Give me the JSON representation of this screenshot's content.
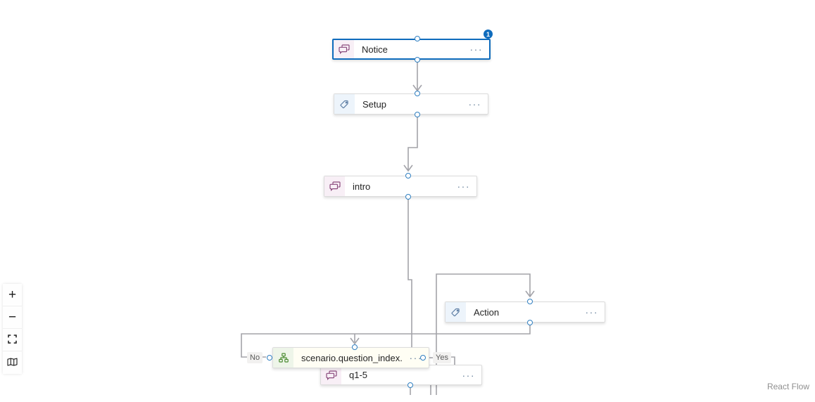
{
  "ui": {
    "menu_glyph": "···",
    "attribution": "React Flow"
  },
  "nodes": [
    {
      "label": "Notice",
      "icon": "chat-message",
      "selected": true,
      "badge": "1"
    },
    {
      "label": "Setup",
      "icon": "tags-action"
    },
    {
      "label": "intro",
      "icon": "chat-message"
    },
    {
      "label": "Action",
      "icon": "tags-action"
    },
    {
      "label": "scenario.question_index...",
      "icon": "branch-condition"
    },
    {
      "label": "q1-5",
      "icon": "chat-message"
    }
  ],
  "edge_labels": [
    {
      "text": "No"
    },
    {
      "text": "Yes"
    }
  ],
  "controls": [
    {
      "name": "zoom-in",
      "glyph": "+"
    },
    {
      "name": "zoom-out",
      "glyph": "−"
    },
    {
      "name": "fit-view",
      "glyph": ""
    },
    {
      "name": "toggle-minimap",
      "glyph": ""
    }
  ],
  "colors": {
    "selected_border": "#0f6cbd",
    "badge": "#0f6cbd",
    "handle_border": "#2f7fc1",
    "edge": "#a3a3a9",
    "chat_icon": "#8a4a7d",
    "chat_icon_bg": "#f8eff6",
    "tags_icon": "#5b7ca3",
    "tags_icon_bg": "#edf4fb",
    "branch_icon": "#4c8c33",
    "branch_icon_bg": "#eef5e9",
    "edge_label_bg": "#f2f1f0"
  }
}
